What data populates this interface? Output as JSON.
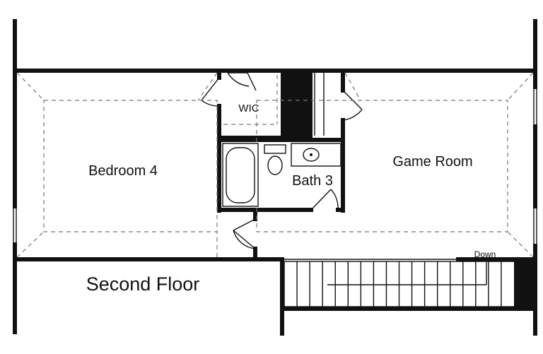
{
  "rooms": {
    "bedroom": "Bedroom 4",
    "wic": "WIC",
    "bath": "Bath 3",
    "game_room": "Game Room"
  },
  "floor_title": "Second Floor",
  "stairs_label": "Down",
  "stair_treads": 18
}
